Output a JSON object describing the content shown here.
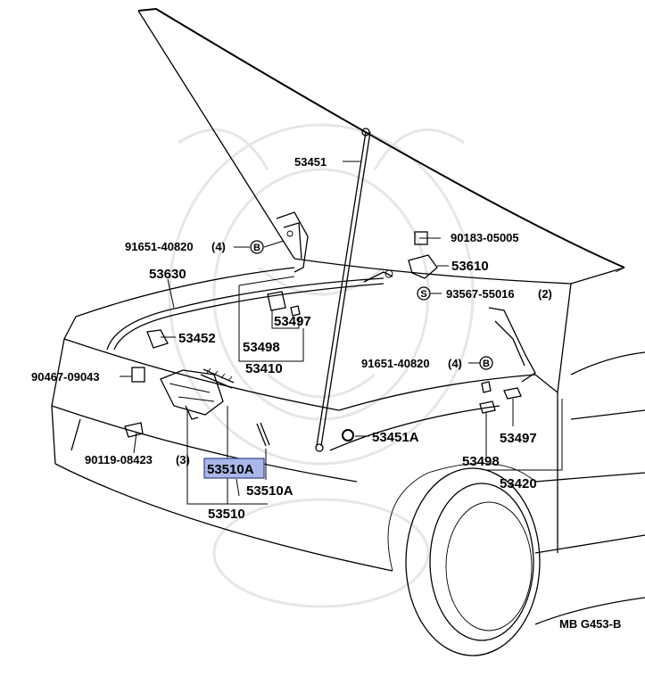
{
  "diagram": {
    "ref_code": "MB G453-B",
    "highlight_color": "#a9b8e8",
    "parts": {
      "p53451": "53451",
      "p91651_top": "91651-40820",
      "p91651_top_qty": "(4)",
      "p90183": "90183-05005",
      "p53630": "53630",
      "p53610": "53610",
      "p93567": "93567-55016",
      "p93567_qty": "(2)",
      "p53452": "53452",
      "p53497_left": "53497",
      "p53498_left": "53498",
      "p53410": "53410",
      "p91651_right": "91651-40820",
      "p91651_right_qty": "(4)",
      "p90467": "90467-09043",
      "p53451A": "53451A",
      "p53497_right": "53497",
      "p90119": "90119-08423",
      "p90119_qty": "(3)",
      "p53498_right": "53498",
      "p53510A_hl": "53510A",
      "p53420": "53420",
      "p53510A": "53510A",
      "p53510": "53510"
    },
    "callouts": {
      "b_symbol": "B",
      "s_symbol": "S"
    }
  }
}
